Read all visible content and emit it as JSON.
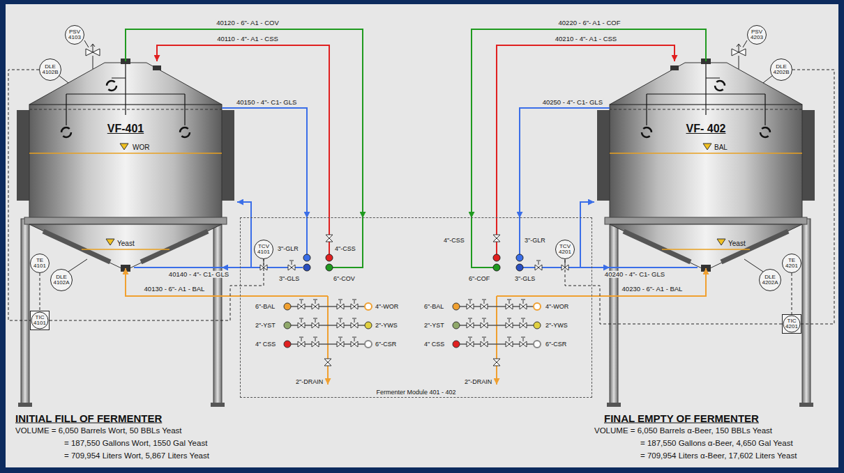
{
  "diagram": {
    "nodes": [
      {
        "text": [
          "VF-401",
          "WOR",
          "Yeast"
        ]
      },
      {
        "text": [
          "PSV 4103"
        ]
      },
      {
        "text": [
          "DLE 4102B"
        ]
      },
      {
        "text": [
          "TE 4101"
        ]
      },
      {
        "text": [
          "DLE 4102A"
        ]
      },
      {
        "text": [
          "TIC 4101"
        ]
      },
      {
        "text": [
          "Fermenter Module 401 - 402"
        ]
      },
      {
        "text": [
          "TCV 4101"
        ],
        "in": 6
      },
      {
        "text": [
          "TCV 4201"
        ],
        "in": 6
      },
      {
        "text": [
          "VF- 402",
          "BAL",
          "Yeast"
        ]
      },
      {
        "text": [
          "PSV 4203"
        ]
      },
      {
        "text": [
          "DLE 4202B"
        ]
      },
      {
        "text": [
          "TE 4201"
        ]
      },
      {
        "text": [
          "DLE 4202A"
        ]
      },
      {
        "text": [
          "TIC 4201"
        ]
      }
    ],
    "edges": [
      {
        "from": 0,
        "to": 6,
        "arrow": "to",
        "label": "40120 - 6\"- A1 - COV"
      },
      {
        "from": 6,
        "to": 0,
        "arrow": "to",
        "label": "40110 - 4\"- A1 - CSS"
      },
      {
        "from": 0,
        "to": 6,
        "arrow": "to",
        "label": "40150 - 4\"- C1- GLS"
      },
      {
        "from": 6,
        "to": 0,
        "arrow": "to",
        "label": "40140 - 4\"- C1- GLS"
      },
      {
        "from": 6,
        "to": 0,
        "arrow": "to",
        "label": "40130 - 6\"- A1 - BAL"
      },
      {
        "from": 3,
        "to": 5,
        "arrow": "none"
      },
      {
        "from": 5,
        "to": 7,
        "arrow": "none"
      },
      {
        "from": 2,
        "to": 5,
        "arrow": "none"
      },
      {
        "from": 9,
        "to": 6,
        "arrow": "to",
        "label": "40220 - 6\"- A1 - COF"
      },
      {
        "from": 6,
        "to": 9,
        "arrow": "to",
        "label": "40210 - 4\"- A1 - CSS"
      },
      {
        "from": 9,
        "to": 6,
        "arrow": "to",
        "label": "40250 - 4\"- C1- GLS"
      },
      {
        "from": 6,
        "to": 9,
        "arrow": "to",
        "label": "40240 - 4\"- C1- GLS"
      },
      {
        "from": 6,
        "to": 9,
        "arrow": "to",
        "label": "40230 - 6\"- A1 - BAL"
      },
      {
        "from": 12,
        "to": 14,
        "arrow": "none"
      },
      {
        "from": 14,
        "to": 8,
        "arrow": "none"
      },
      {
        "from": 11,
        "to": 14,
        "arrow": "none"
      }
    ],
    "labels": [
      "3\"-GLR",
      "4\"-CSS",
      "3\"-GLS",
      "6\"-COV",
      "6\"-BAL",
      "4\"-WOR",
      "2\"-YST",
      "2\"-YWS",
      "4\" CSS",
      "6\"-CSR",
      "2\"-DRAIN",
      "4\"-CSS",
      "3\"-GLR",
      "6\"-COF",
      "3\"-GLS",
      "6\"-BAL",
      "4\"-WOR",
      "2\"-YST",
      "2\"-YWS",
      "4\" CSS",
      "6\"-CSR",
      "2\"-DRAIN",
      "INITIAL FILL OF FERMENTER",
      "VOLUME = 6,050 Barrels Wort, 50 BBLs Yeast",
      "= 187,550 Gallons Wort, 1550 Gal Yeast",
      "= 709,954 Liters Wort, 5,867 Liters Yeast",
      "FINAL EMPTY OF FERMENTER",
      "VOLUME = 6,050 Barrels α-Beer, 150 BBLs Yeast",
      "= 187,550 Gallons α-Beer, 4,650 Gal Yeast",
      "= 709,954 Liters α-Beer, 17,602 Liters Yeast"
    ]
  }
}
